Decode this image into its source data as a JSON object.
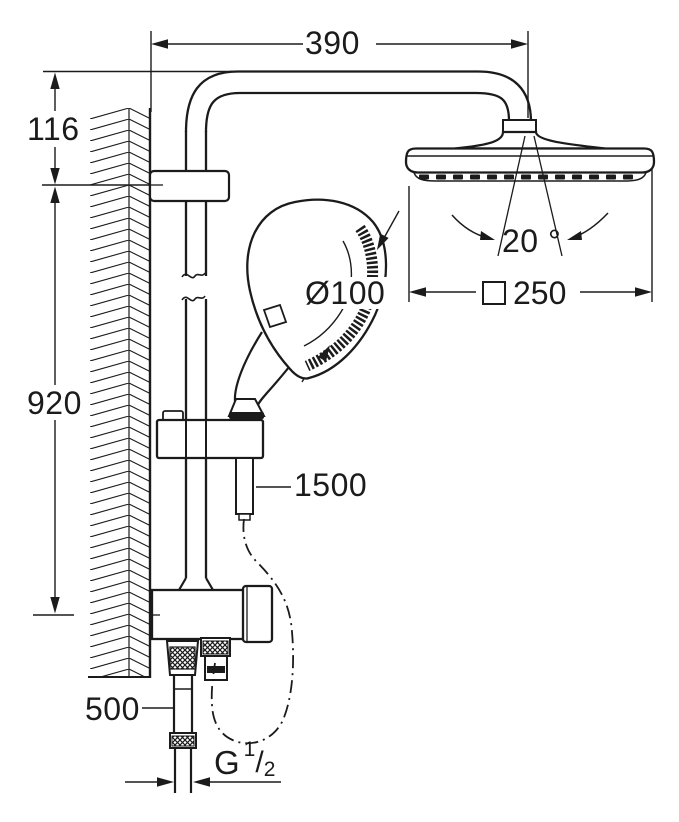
{
  "drawing": {
    "title": "Shower system dimensional drawing",
    "colors": {
      "line": "#1b1b1b",
      "background": "#ffffff"
    },
    "labels": {
      "arm_projection": "390",
      "head_offset": "116",
      "rail_height": "920",
      "hand_shower_diameter": "Ø100",
      "head_angle": "20 °",
      "head_width": "250",
      "head_width_symbol": "square",
      "hose_length": "1500",
      "inlet_length": "500",
      "thread_letter": "G",
      "thread_numerator": "1",
      "thread_slash": "/",
      "thread_denominator": "2"
    }
  }
}
